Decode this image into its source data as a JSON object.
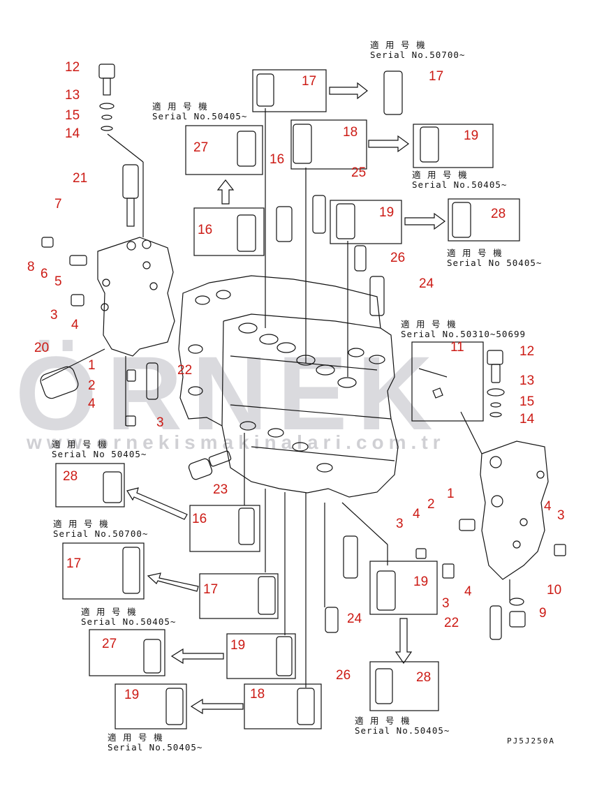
{
  "watermark": {
    "logo": "ÖRNEK",
    "url": "www.ornekismakinalari.com.tr"
  },
  "drawing_code": "PJ5J250A",
  "serial_notes": [
    {
      "id": "note-top-right-50700",
      "line1": "適 用 号 機",
      "line2": "Serial No.50700~"
    },
    {
      "id": "note-upper-left-50405",
      "line1": "適 用 号 機",
      "line2": "Serial No.50405~"
    },
    {
      "id": "note-right-50405-a",
      "line1": "適 用 号 機",
      "line2": "Serial No.50405~"
    },
    {
      "id": "note-right-50405-b",
      "line1": "適 用 号 機",
      "line2": "Serial No 50405~"
    },
    {
      "id": "note-right-50310",
      "line1": "適 用 号 機",
      "line2": "Serial No.50310~50699"
    },
    {
      "id": "note-left-50405-a",
      "line1": "適 用 号 機",
      "line2": "Serial No 50405~"
    },
    {
      "id": "note-left-50700",
      "line1": "適 用 号 機",
      "line2": "Serial No.50700~"
    },
    {
      "id": "note-left-50405-b",
      "line1": "適 用 号 機",
      "line2": "Serial No.50405~"
    },
    {
      "id": "note-bottom-left-50405",
      "line1": "適 用 号 機",
      "line2": "Serial No.50405~"
    },
    {
      "id": "note-bottom-right-50405",
      "line1": "適 用 号 機",
      "line2": "Serial No.50405~"
    }
  ],
  "part_numbers": [
    "12",
    "13",
    "15",
    "14",
    "21",
    "7",
    "8",
    "6",
    "5",
    "3",
    "4",
    "20",
    "1",
    "2",
    "4",
    "3",
    "22",
    "17",
    "17",
    "27",
    "16",
    "18",
    "19",
    "25",
    "16",
    "19",
    "28",
    "26",
    "24",
    "11",
    "12",
    "13",
    "15",
    "14",
    "28",
    "23",
    "16",
    "17",
    "1",
    "2",
    "4",
    "3",
    "4",
    "3",
    "3",
    "4",
    "19",
    "10",
    "22",
    "9",
    "24",
    "26",
    "17",
    "27",
    "19",
    "19",
    "18",
    "28"
  ]
}
